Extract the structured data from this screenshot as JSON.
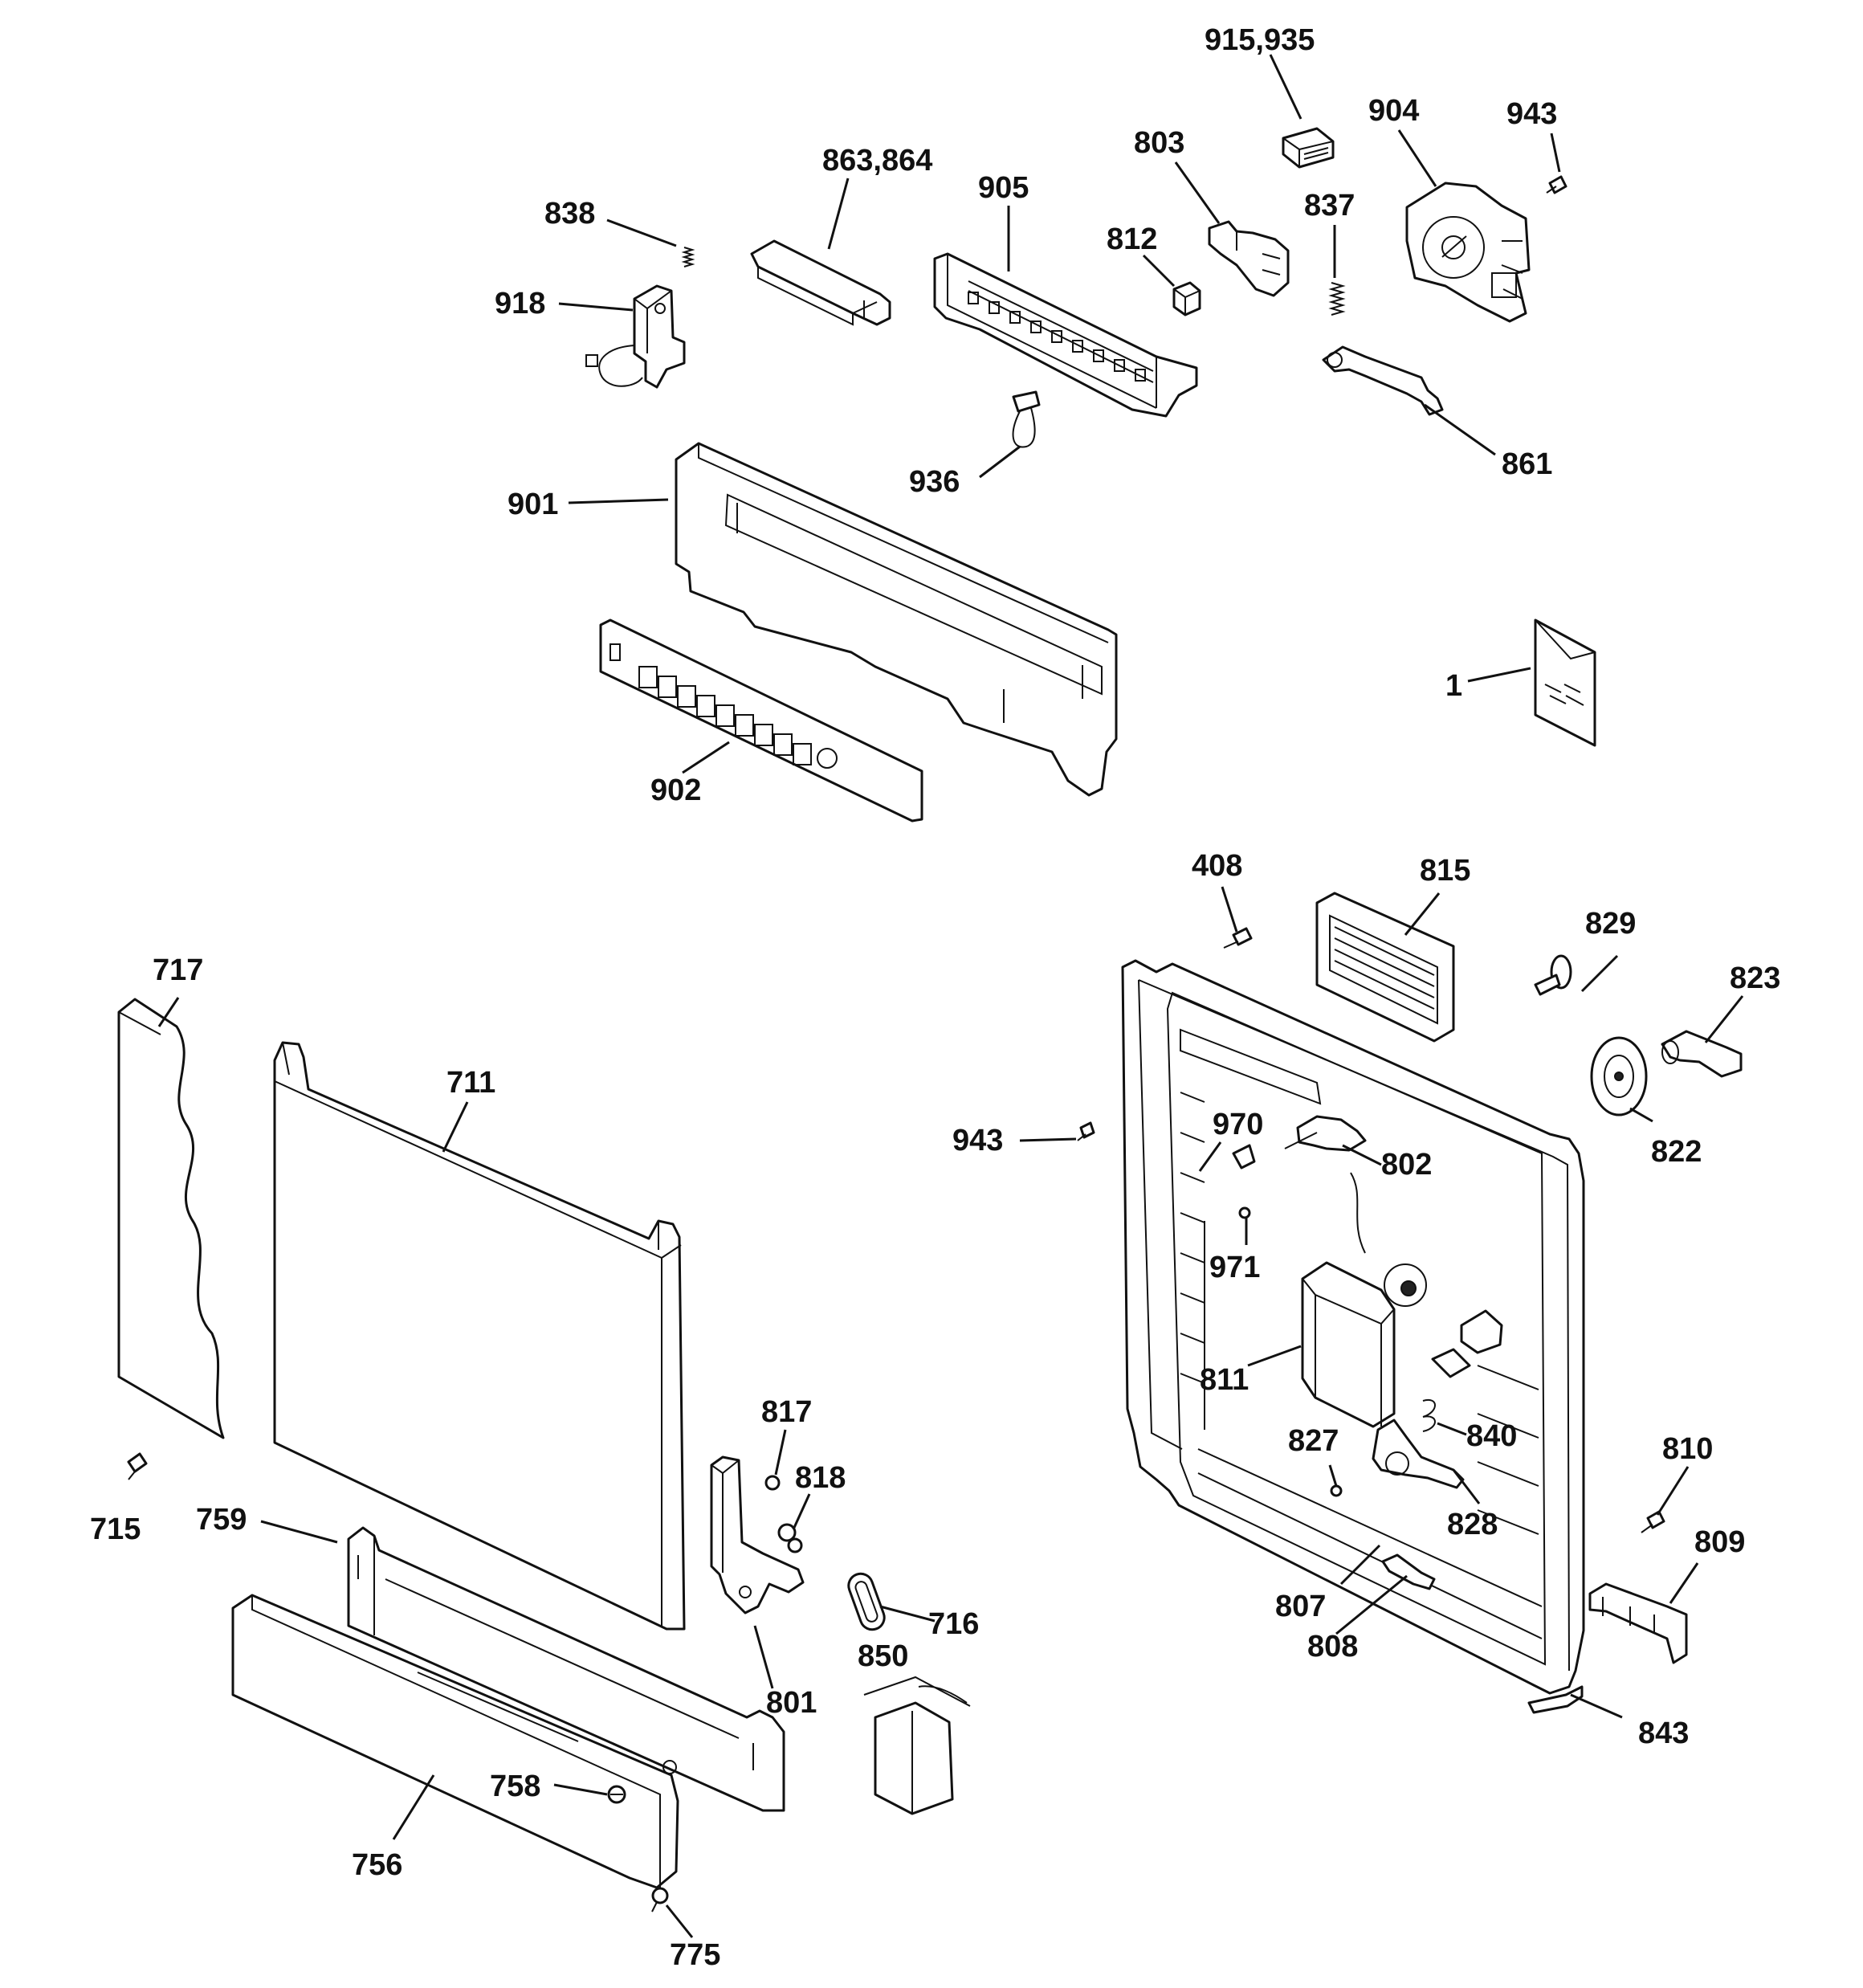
{
  "callouts": [
    {
      "id": "c-915-935",
      "label": "915,935"
    },
    {
      "id": "c-904",
      "label": "904"
    },
    {
      "id": "c-943-top",
      "label": "943"
    },
    {
      "id": "c-803",
      "label": "803"
    },
    {
      "id": "c-863-864",
      "label": "863,864"
    },
    {
      "id": "c-905",
      "label": "905"
    },
    {
      "id": "c-838",
      "label": "838"
    },
    {
      "id": "c-837",
      "label": "837"
    },
    {
      "id": "c-812",
      "label": "812"
    },
    {
      "id": "c-918",
      "label": "918"
    },
    {
      "id": "c-861",
      "label": "861"
    },
    {
      "id": "c-936",
      "label": "936"
    },
    {
      "id": "c-901",
      "label": "901"
    },
    {
      "id": "c-1",
      "label": "1"
    },
    {
      "id": "c-902",
      "label": "902"
    },
    {
      "id": "c-408",
      "label": "408"
    },
    {
      "id": "c-815",
      "label": "815"
    },
    {
      "id": "c-829",
      "label": "829"
    },
    {
      "id": "c-823",
      "label": "823"
    },
    {
      "id": "c-717",
      "label": "717"
    },
    {
      "id": "c-711",
      "label": "711"
    },
    {
      "id": "c-943-mid",
      "label": "943"
    },
    {
      "id": "c-970",
      "label": "970"
    },
    {
      "id": "c-802",
      "label": "802"
    },
    {
      "id": "c-822",
      "label": "822"
    },
    {
      "id": "c-971",
      "label": "971"
    },
    {
      "id": "c-811",
      "label": "811"
    },
    {
      "id": "c-840",
      "label": "840"
    },
    {
      "id": "c-817",
      "label": "817"
    },
    {
      "id": "c-827",
      "label": "827"
    },
    {
      "id": "c-810",
      "label": "810"
    },
    {
      "id": "c-818",
      "label": "818"
    },
    {
      "id": "c-715",
      "label": "715"
    },
    {
      "id": "c-759",
      "label": "759"
    },
    {
      "id": "c-828",
      "label": "828"
    },
    {
      "id": "c-809",
      "label": "809"
    },
    {
      "id": "c-807",
      "label": "807"
    },
    {
      "id": "c-716",
      "label": "716"
    },
    {
      "id": "c-808",
      "label": "808"
    },
    {
      "id": "c-850",
      "label": "850"
    },
    {
      "id": "c-801",
      "label": "801"
    },
    {
      "id": "c-843",
      "label": "843"
    },
    {
      "id": "c-758",
      "label": "758"
    },
    {
      "id": "c-756",
      "label": "756"
    },
    {
      "id": "c-775",
      "label": "775"
    }
  ]
}
